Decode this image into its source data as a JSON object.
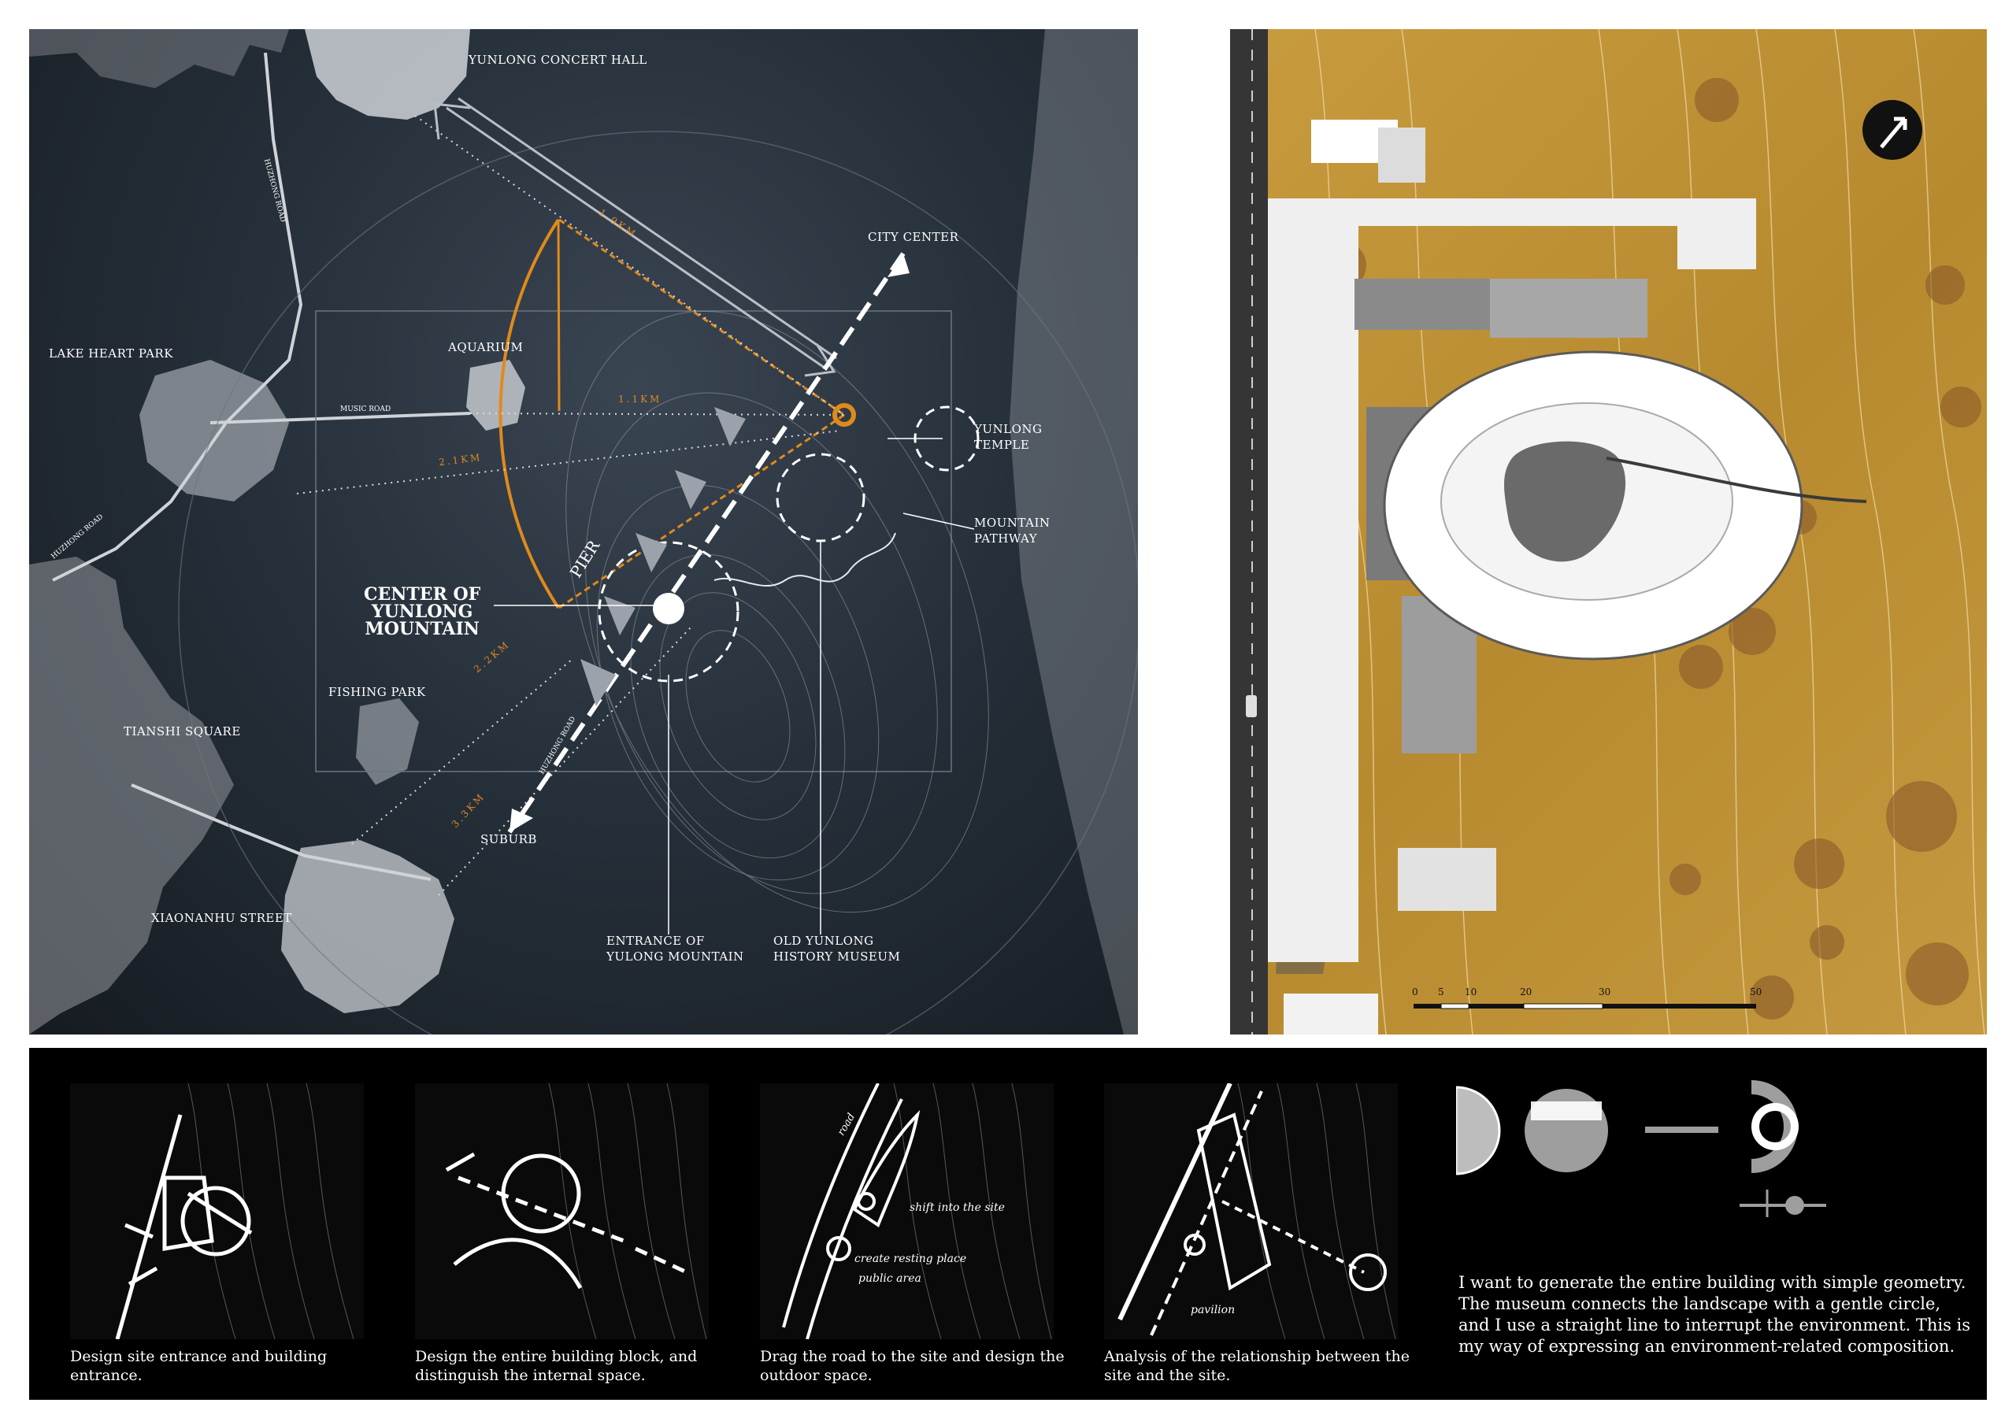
{
  "map": {
    "labels": {
      "concert_hall": "YUNLONG CONCERT HALL",
      "lake_heart_park": "LAKE HEART PARK",
      "aquarium": "AQUARIUM",
      "city_center": "CITY CENTER",
      "yunlong_temple": "YUNLONG\nTEMPLE",
      "mountain_pathway": "MOUNTAIN\nPATHWAY",
      "pier": "PIER",
      "center_of_mountain": "CENTER OF\nYUNLONG\nMOUNTAIN",
      "fishing_park": "FISHING PARK",
      "tianshi_square": "TIANSHI SQUARE",
      "suburb": "SUBURB",
      "xiaonanhu_street": "XIAONANHU STREET",
      "entrance": "ENTRANCE OF\nYULONG MOUNTAIN",
      "old_museum": "OLD YUNLONG\nHISTORY MUSEUM",
      "music_road": "MUSIC ROAD",
      "huzhong_road": "HUZHONG ROAD"
    },
    "distances": {
      "d1": "1.9KM",
      "d2": "1.1KM",
      "d3": "2.1KM",
      "d4": "2.2KM",
      "d5": "3.3KM"
    },
    "accent_color": "#e08a1c"
  },
  "plan": {
    "scale_labels": [
      "0",
      "5",
      "10",
      "20",
      "30",
      "50"
    ],
    "north_arrow": "north-arrow-icon"
  },
  "sketches": [
    {
      "caption": "Design site entrance and building\nentrance."
    },
    {
      "caption": "Design the entire building block, and\ndistinguish the internal space.",
      "note": ""
    },
    {
      "caption": "Drag the road to the site and design the\noutdoor space.",
      "notes": [
        "road",
        "shift into the site",
        "create resting place",
        "public area"
      ]
    },
    {
      "caption": "Analysis of the relationship between the\nsite and the site.",
      "notes": [
        "pavilion"
      ]
    }
  ],
  "statement": "I want to generate the entire building with simple geometry.\nThe museum connects the landscape with a gentle circle,\nand I use a straight line to interrupt the environment. This is\nmy way of expressing an environment-related composition."
}
